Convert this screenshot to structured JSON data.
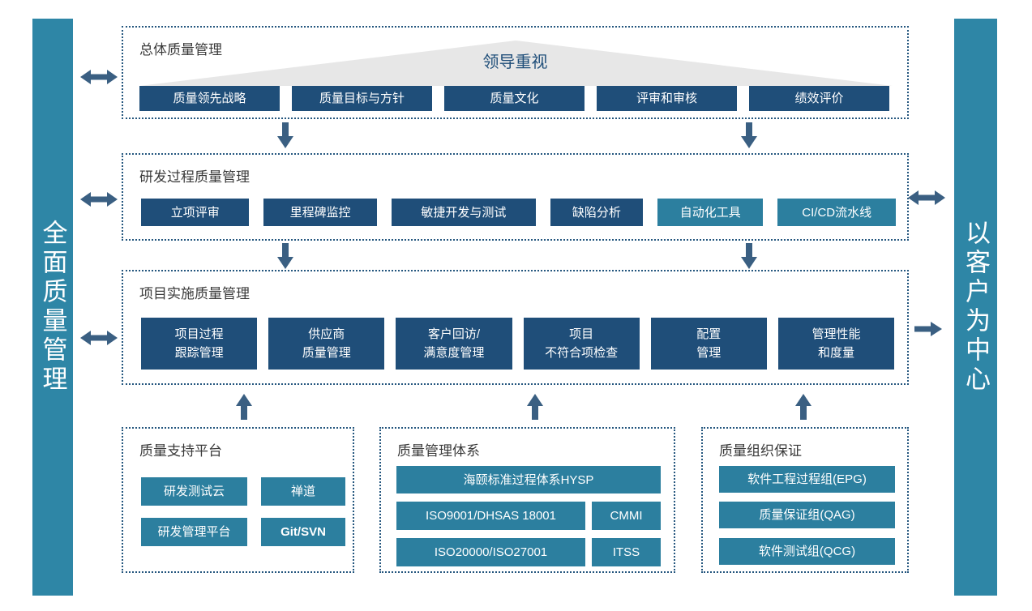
{
  "banners": {
    "left": "全面质量管理",
    "right": "以客户为中心"
  },
  "panels": {
    "overall": {
      "title": "总体质量管理",
      "banner": "领导重视",
      "items": [
        "质量领先战略",
        "质量目标与方针",
        "质量文化",
        "评审和审核",
        "绩效评价"
      ]
    },
    "rd": {
      "title": "研发过程质量管理",
      "items": [
        "立项评审",
        "里程碑监控",
        "敏捷开发与测试",
        "缺陷分析",
        "自动化工具",
        "CI/CD流水线"
      ]
    },
    "impl": {
      "title": "项目实施质量管理",
      "items": [
        "项目过程\n跟踪管理",
        "供应商\n质量管理",
        "客户回访/\n满意度管理",
        "项目\n不符合项检查",
        "配置\n管理",
        "管理性能\n和度量"
      ]
    },
    "support": {
      "title": "质量支持平台",
      "items": [
        "研发测试云",
        "禅道",
        "研发管理平台",
        "Git/SVN"
      ]
    },
    "system": {
      "title": "质量管理体系",
      "items": [
        "海颐标准过程体系HYSP",
        "ISO9001/DHSAS 18001",
        "CMMI",
        "ISO20000/ISO27001",
        "ITSS"
      ]
    },
    "org": {
      "title": "质量组织保证",
      "items": [
        "软件工程过程组(EPG)",
        "质量保证组(QAG)",
        "软件测试组(QCG)"
      ]
    }
  },
  "icons": {
    "double-arrow": "↔",
    "down-arrow": "↓",
    "up-arrow": "↑",
    "right-arrow": "→"
  },
  "colors": {
    "dark": "#1f4e79",
    "teal": "#2e86a6",
    "chip-teal": "#2c7f9f",
    "arrow": "#3a5f82",
    "border": "#24567e",
    "triangle": "#e7e7e7"
  }
}
